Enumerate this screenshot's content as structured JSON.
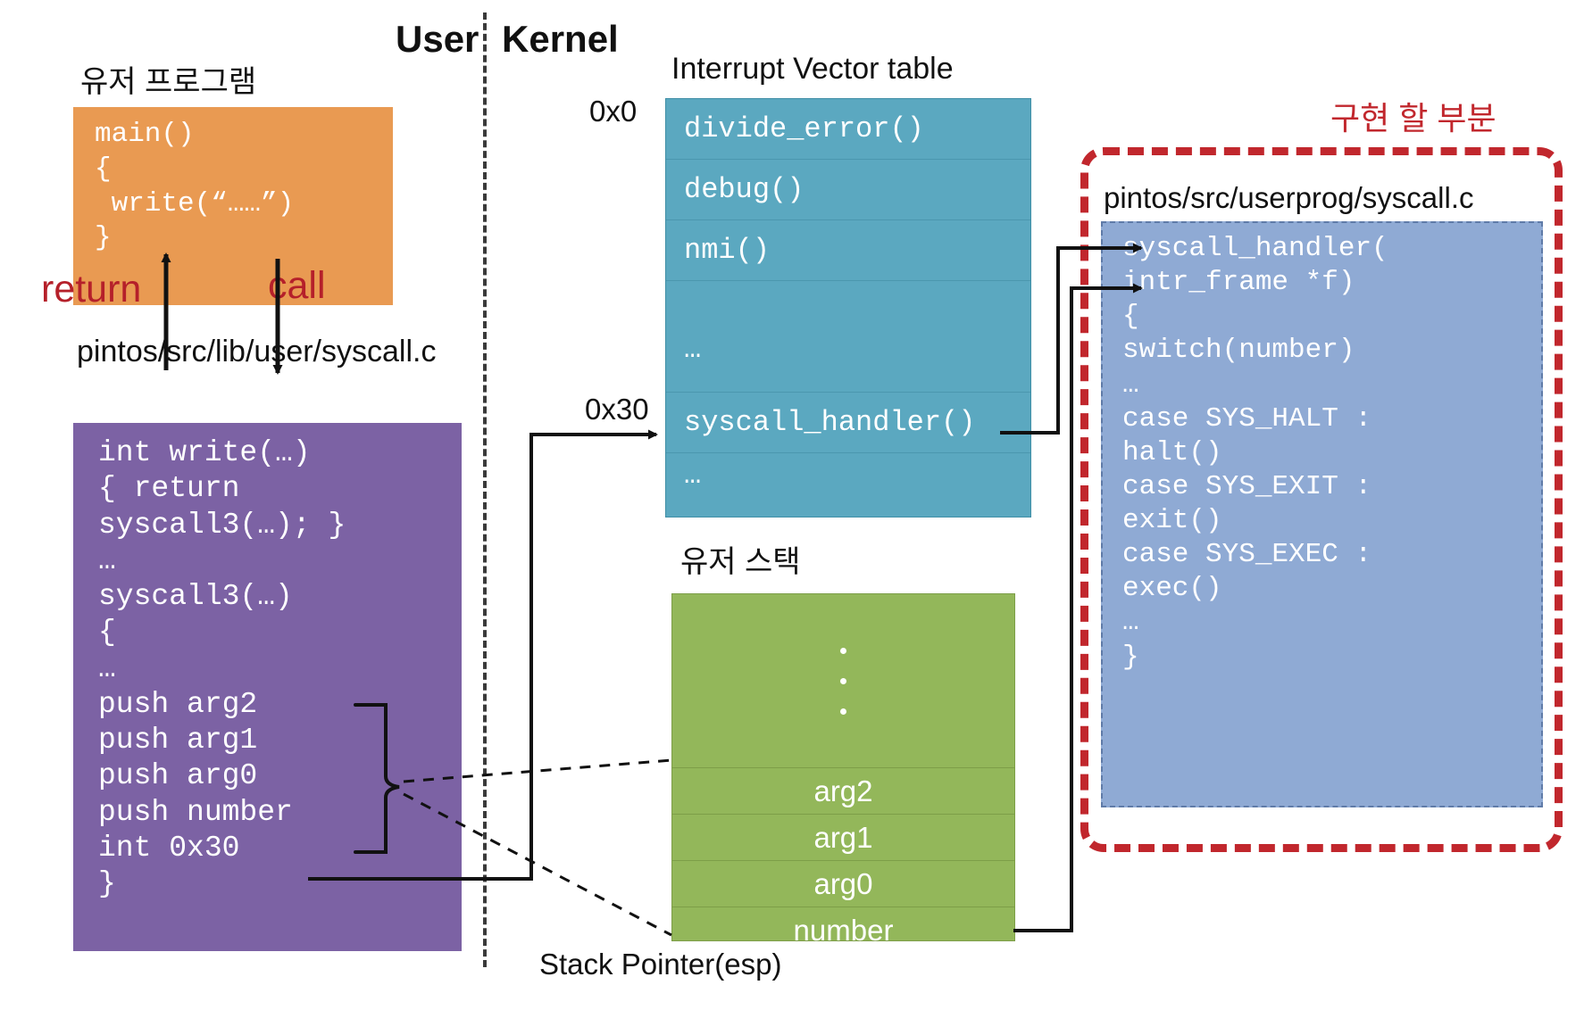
{
  "header": {
    "user_label": "User",
    "kernel_label": "Kernel"
  },
  "captions": {
    "user_program": "유저 프로그램",
    "lib_syscall_path": "pintos/src/lib/user/syscall.c",
    "ivt_title": "Interrupt Vector table",
    "user_stack": "유저 스택",
    "stack_pointer": "Stack Pointer(esp)",
    "kernel_syscall_path": "pintos/src/userprog/syscall.c",
    "implement_note": "구현 할 부분"
  },
  "addresses": {
    "base": "0x0",
    "syscall_vector": "0x30"
  },
  "arrows": {
    "return_label": "return",
    "call_label": "call"
  },
  "user_program_code": [
    "main()",
    "{",
    " write(“……”)",
    "}"
  ],
  "lib_syscall_code": [
    "int write(…)",
    "{ return",
    "syscall3(…); }",
    "…",
    "syscall3(…)",
    "{",
    "…",
    "push arg2",
    "push arg1",
    "push arg0",
    "push number",
    "int 0x30",
    "}"
  ],
  "interrupt_vector_table": [
    {
      "label": "divide_error()",
      "kind": "entry"
    },
    {
      "label": "debug()",
      "kind": "entry"
    },
    {
      "label": "nmi()",
      "kind": "entry"
    },
    {
      "label": "…",
      "kind": "gap"
    },
    {
      "label": "syscall_handler()",
      "kind": "entry"
    },
    {
      "label": "…",
      "kind": "tail"
    }
  ],
  "user_stack_rows": [
    {
      "label": "",
      "kind": "dots"
    },
    {
      "label": "arg2",
      "kind": "slot"
    },
    {
      "label": "arg1",
      "kind": "slot"
    },
    {
      "label": "arg0",
      "kind": "slot"
    },
    {
      "label": "number",
      "kind": "slot"
    }
  ],
  "kernel_syscall_code": [
    "syscall_handler(",
    "intr_frame *f)",
    "{",
    "switch(number)",
    "…",
    "case SYS_HALT :",
    "halt()",
    "case SYS_EXIT :",
    "exit()",
    "case SYS_EXEC :",
    "exec()",
    "…",
    "}"
  ],
  "colors": {
    "user_program_box": "#E99A52",
    "lib_box": "#7C62A4",
    "ivt_box": "#5BA8C0",
    "stack_box": "#93B75A",
    "kernel_box": "#8FAAD4",
    "accent_red": "#C1272D"
  }
}
